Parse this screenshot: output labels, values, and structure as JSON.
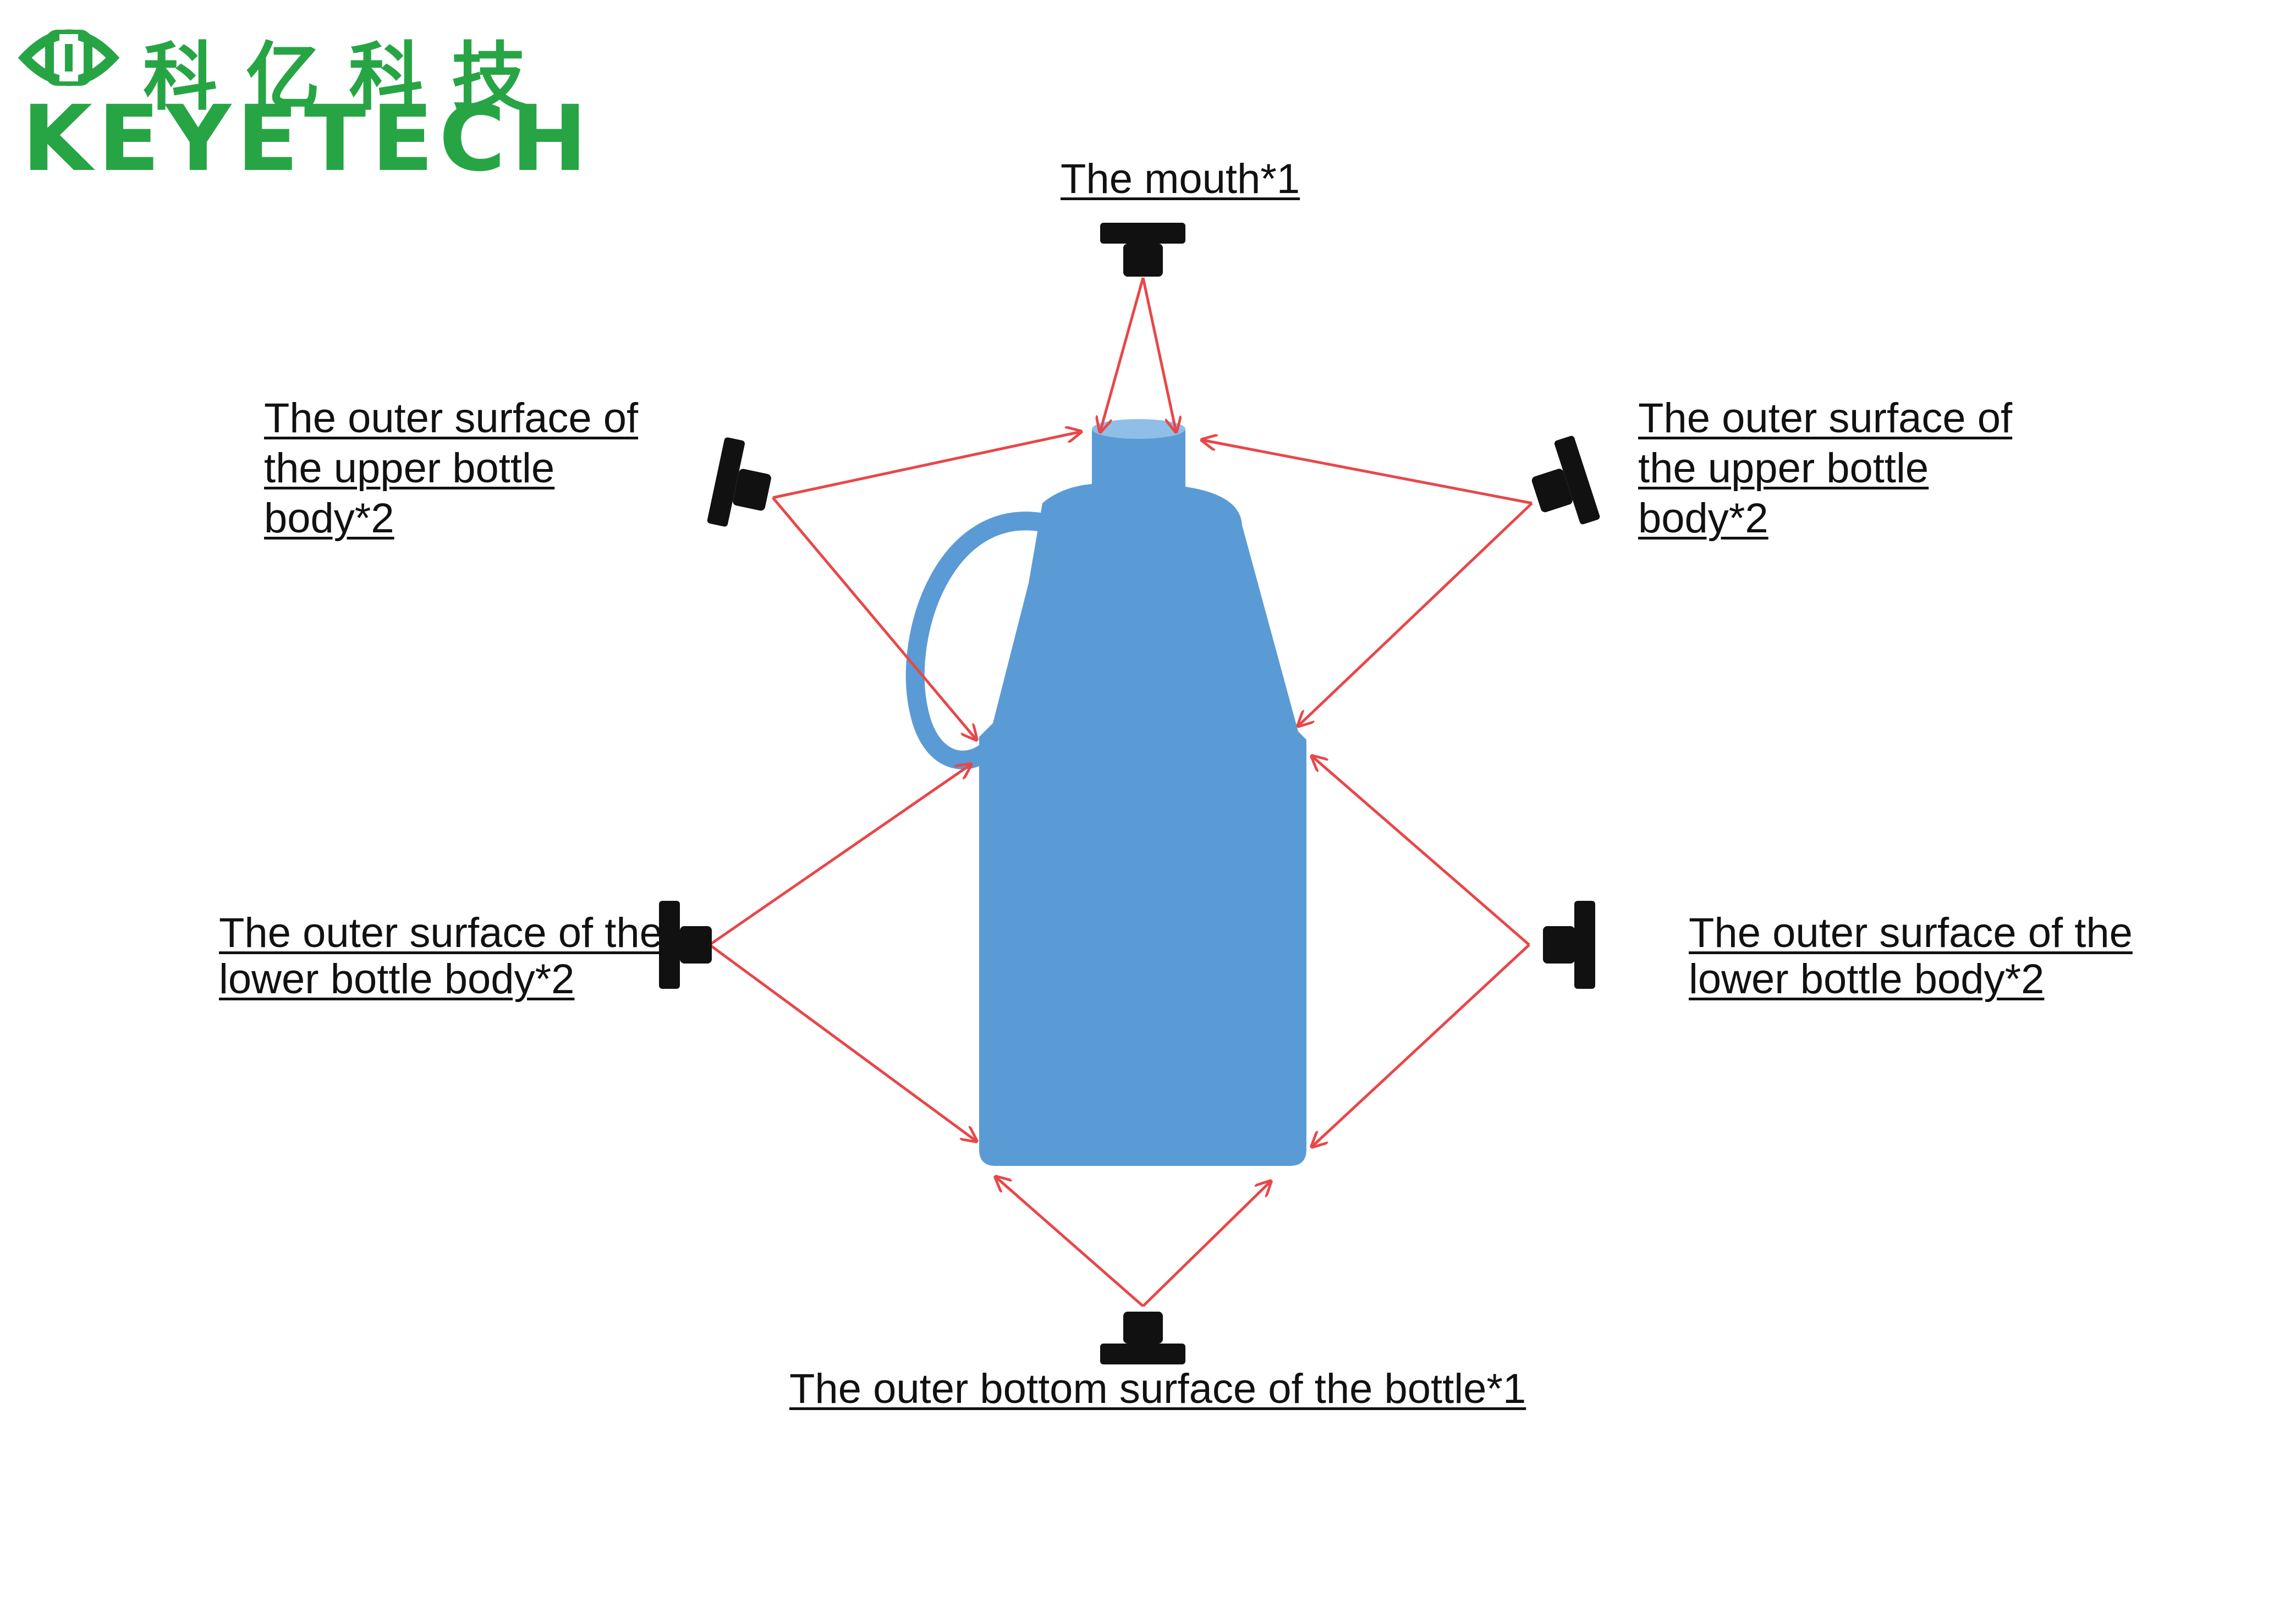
{
  "logo": {
    "chinese_name": "科亿科技",
    "english_name": "KEYETECH",
    "brand_color": "#27a545"
  },
  "labels": {
    "mouth": [
      "The mouth*1"
    ],
    "upper_left": [
      "The outer surface of",
      "the upper bottle",
      "body*2"
    ],
    "upper_right": [
      "The outer surface of",
      "the upper bottle",
      "body*2"
    ],
    "lower_left": [
      "The outer surface of the",
      "lower bottle body*2"
    ],
    "lower_right": [
      "The outer surface of the",
      "lower bottle body*2"
    ],
    "bottom": [
      "The outer bottom surface of the bottle*1"
    ]
  },
  "colors": {
    "bottle": "#5b9bd5",
    "bottle_mouth": "#8fbfe6",
    "arrow": "#e8474a",
    "camera": "#111111"
  }
}
